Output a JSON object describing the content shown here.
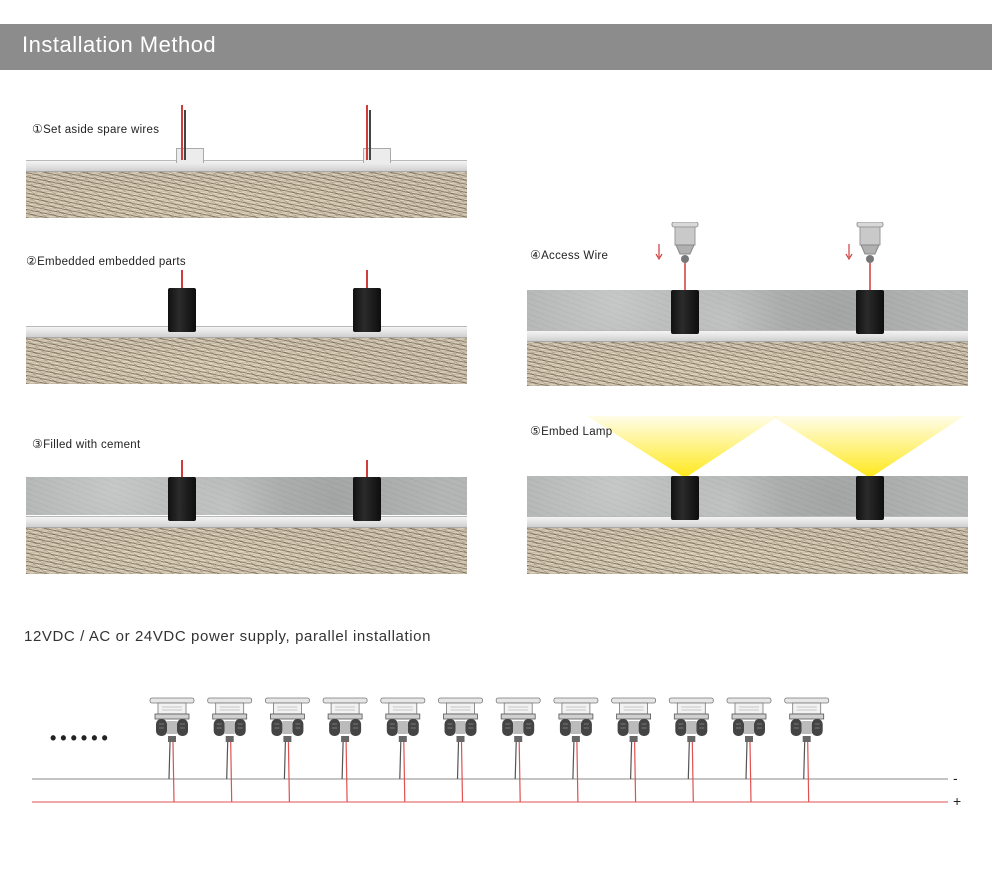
{
  "header": {
    "title": "Installation Method"
  },
  "steps": [
    {
      "num": "①",
      "label": "Set aside spare wires"
    },
    {
      "num": "②",
      "label": "Embedded embedded parts"
    },
    {
      "num": "③",
      "label": "Filled with cement"
    },
    {
      "num": "④",
      "label": "Access Wire"
    },
    {
      "num": "⑤",
      "label": "Embed Lamp"
    }
  ],
  "wiring": {
    "subtitle": "12VDC / AC or 24VDC power supply, parallel installation",
    "continuation": "••••••",
    "negative": "-",
    "positive": "+",
    "lamp_count": 12
  },
  "colors": {
    "header_bg": "#8c8c8c",
    "positive_wire": "#e05050",
    "negative_wire": "#8a8a8a",
    "light_beam": "#ffe81a"
  }
}
